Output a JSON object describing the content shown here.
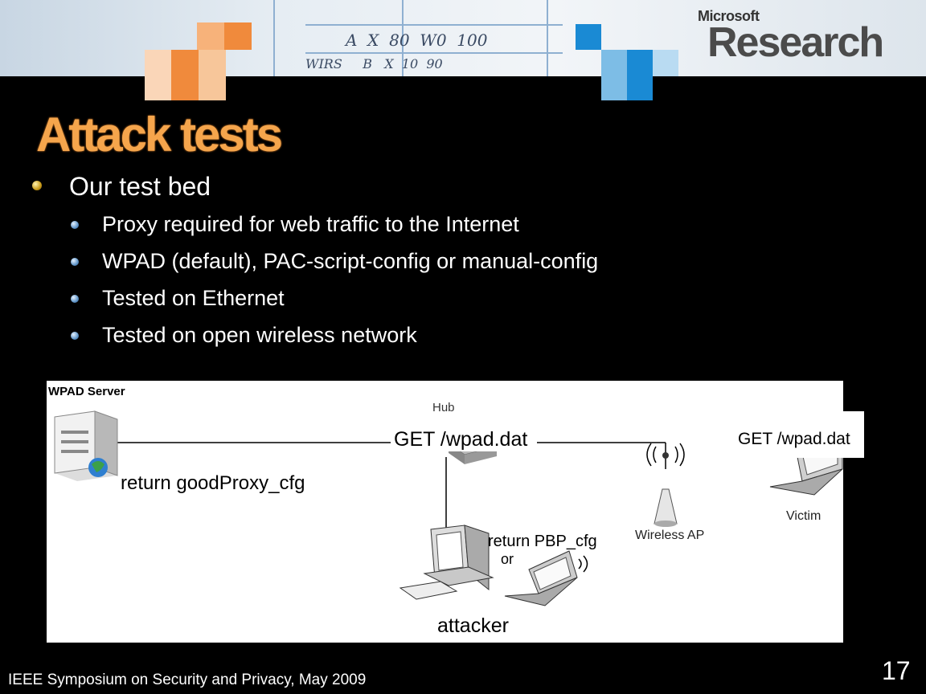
{
  "header": {
    "brand_small": "Microsoft",
    "brand_big": "Research"
  },
  "slide": {
    "title": "Attack tests",
    "bullet": "Our test bed",
    "sub_bullets": [
      "Proxy required for web traffic to the Internet",
      "WPAD (default), PAC-script-config or manual-config",
      "Tested on Ethernet",
      "Tested on open wireless network"
    ]
  },
  "diagram": {
    "wpad_server_label": "WPAD Server",
    "hub_label": "Hub",
    "get_request_center": "GET /wpad.dat",
    "get_request_right": "GET /wpad.dat",
    "return_good": "return goodProxy_cfg",
    "return_pbp": "return PBP_cfg",
    "or_label": "or",
    "wireless_ap_label": "Wireless AP",
    "victim_label": "Victim",
    "attacker_label": "attacker"
  },
  "footer": {
    "venue": "IEEE Symposium on Security and Privacy, May 2009",
    "page_number": "17"
  },
  "colors": {
    "title_orange": "#f5a54c",
    "accent_blue": "#1a8ad4",
    "accent_orange": "#f08a3c"
  }
}
